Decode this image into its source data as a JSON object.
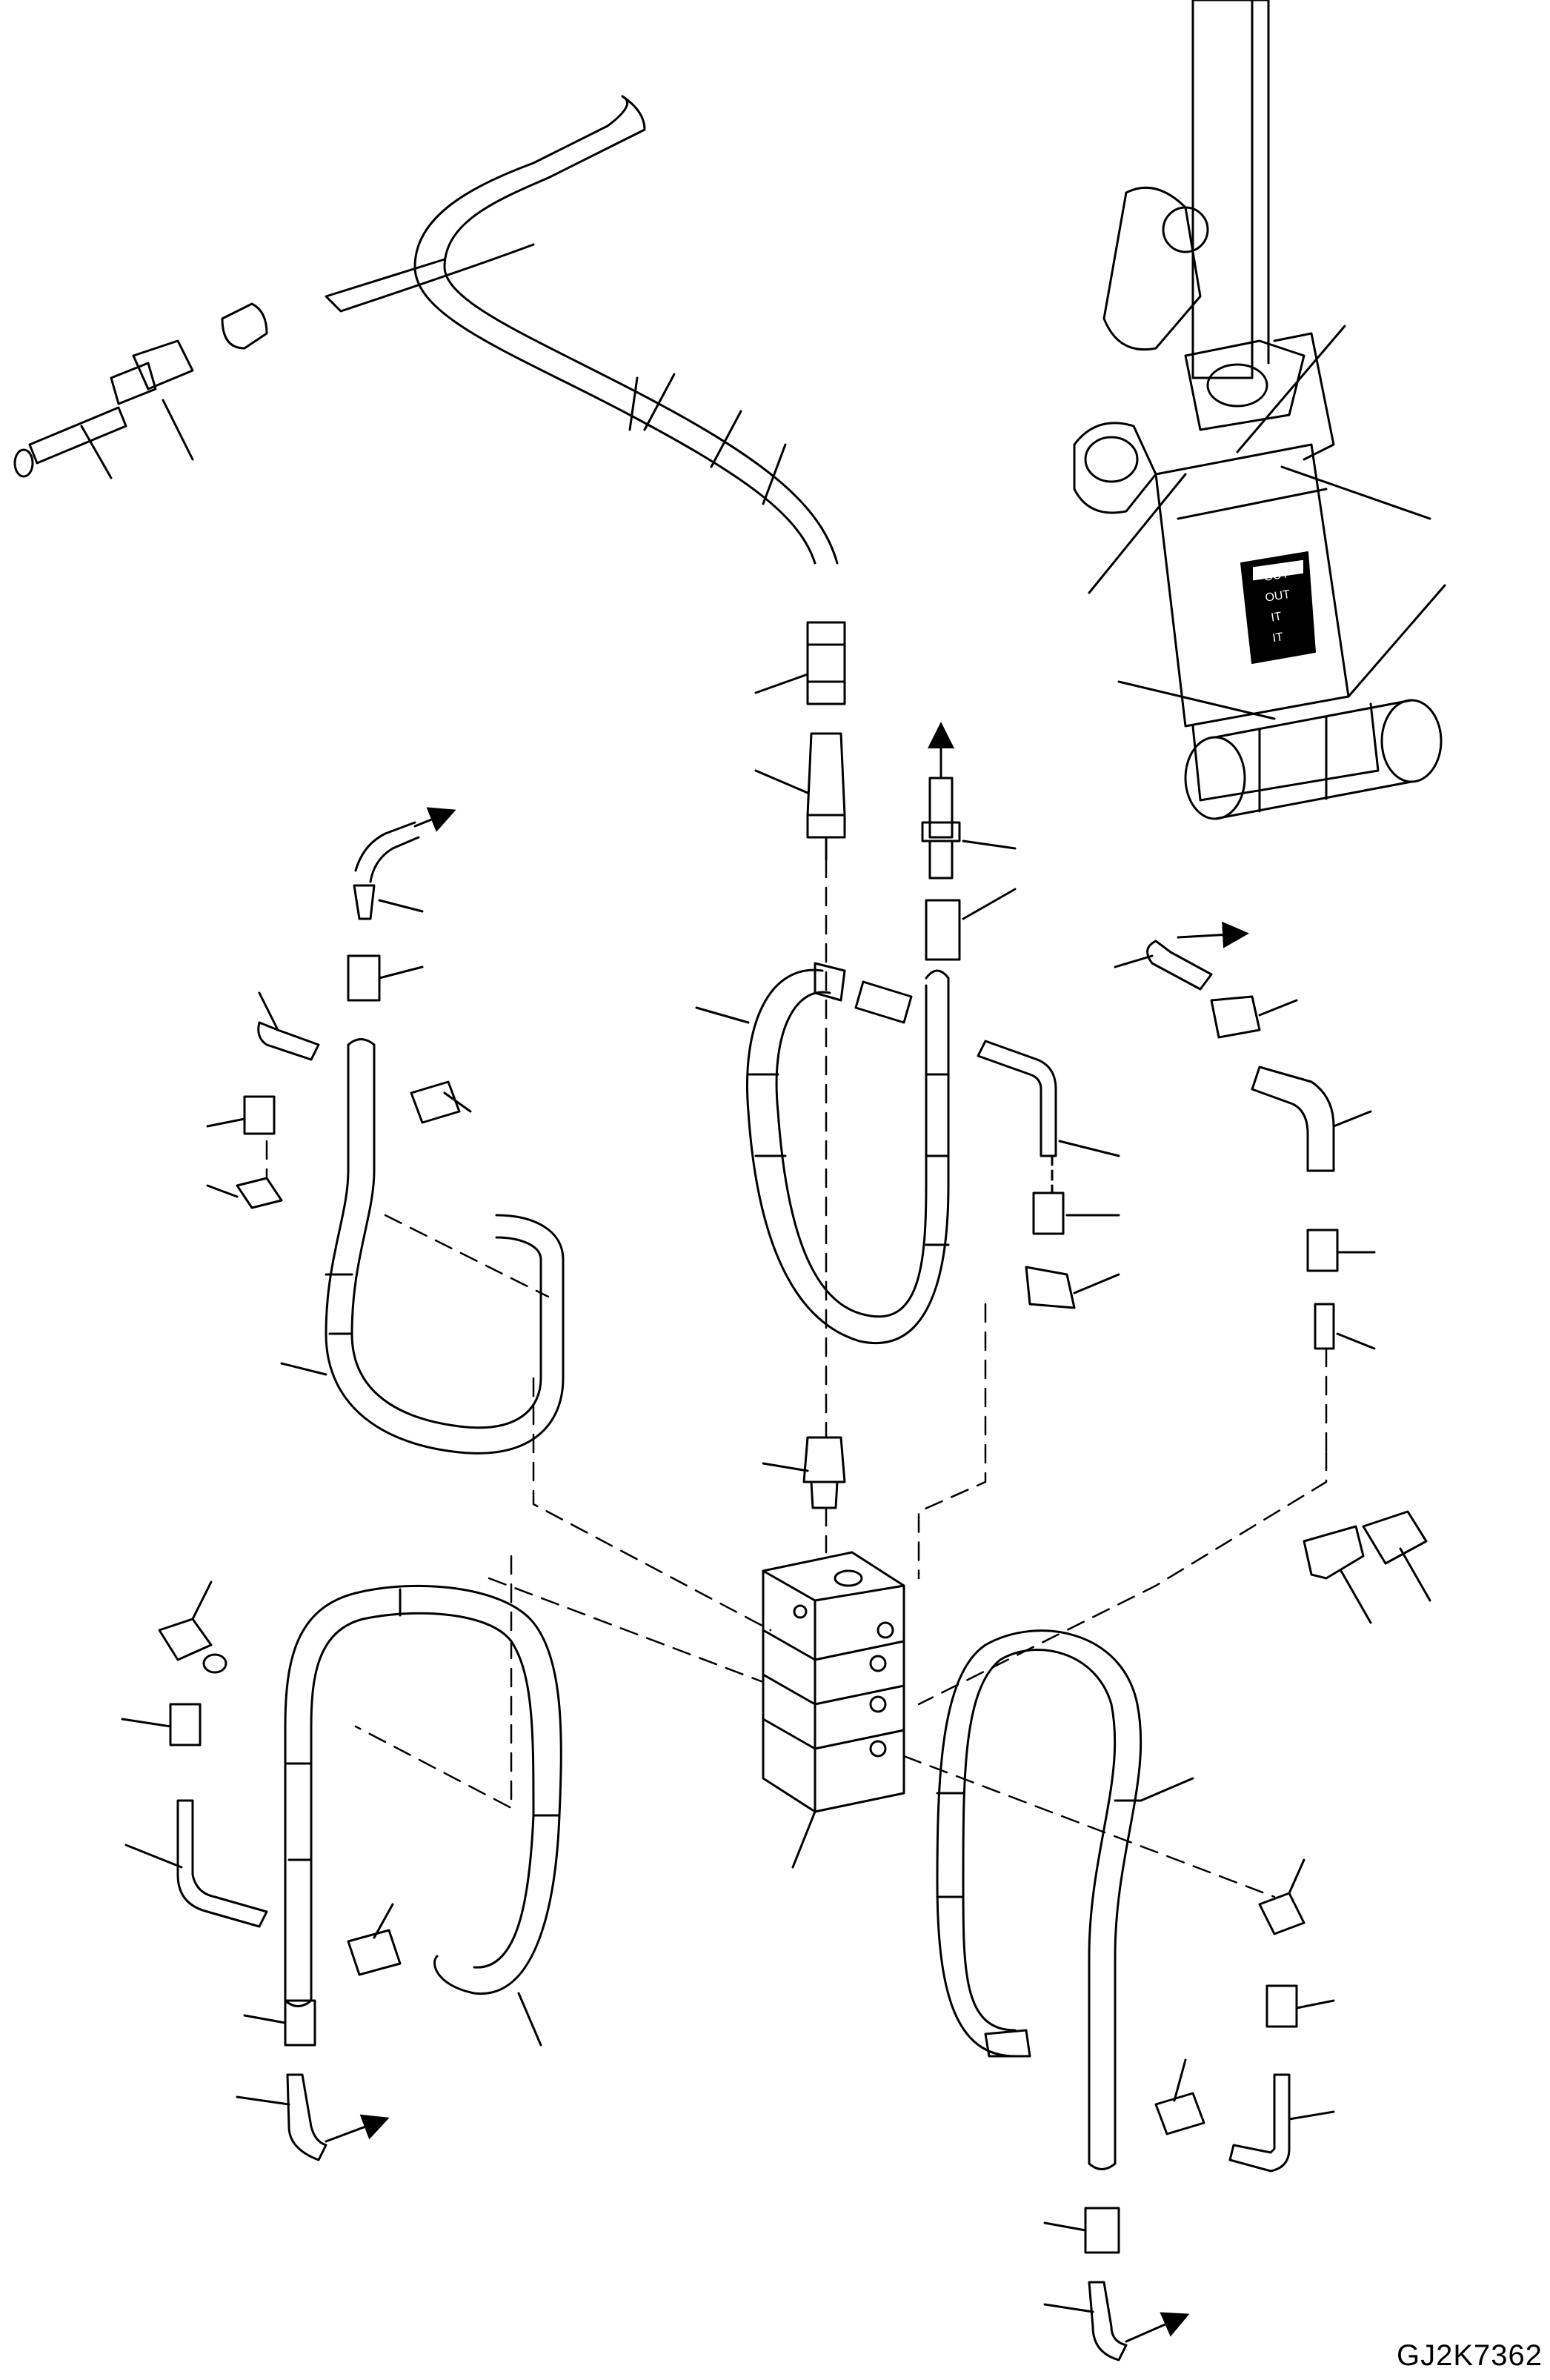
{
  "drawing": {
    "code": "GJ2K7362"
  },
  "label_plate": {
    "rows": [
      "OUT",
      "OUT",
      "IT",
      "IT"
    ]
  },
  "colors": {
    "line": "#000000",
    "background": "#ffffff",
    "hose_fill": "#ffffff"
  },
  "icons": [
    "arrow-icon",
    "grease-hose-icon",
    "fitting-icon",
    "elbow-icon",
    "distributor-block-icon"
  ]
}
